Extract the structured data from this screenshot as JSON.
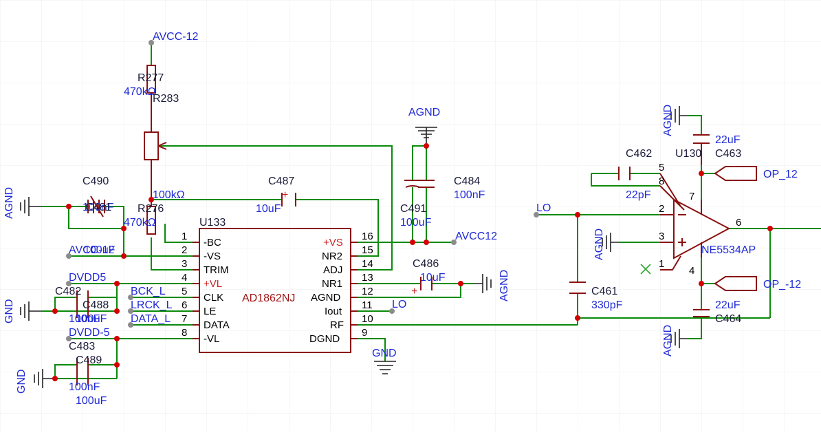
{
  "colors": {
    "wire": "#0a8a0a",
    "symbol": "#8a1010",
    "net_label": "#1f2ad6",
    "junction": "#d40000",
    "grid": "#ececec"
  },
  "net_labels": {
    "avcc_neg12": "AVCC-12",
    "avcc12_left": "AVCC-12",
    "avcc12": "AVCC12",
    "dvdd5": "DVDD5",
    "dvdd_neg5": "DVDD-5",
    "bck": "BCK_L",
    "lrck": "LRCK_L",
    "data": "DATA_L",
    "lo_out": "LO",
    "lo_in": "LO",
    "op12": "OP_12",
    "op_neg12": "OP_-12"
  },
  "power": {
    "agnd": "AGND",
    "gnd": "GND"
  },
  "u133": {
    "designator": "U133",
    "part": "AD1862NJ",
    "left_pins": [
      {
        "num": "1",
        "name": "-BC"
      },
      {
        "num": "2",
        "name": "-VS"
      },
      {
        "num": "3",
        "name": "TRIM"
      },
      {
        "num": "4",
        "name": "+VL"
      },
      {
        "num": "5",
        "name": "CLK"
      },
      {
        "num": "6",
        "name": "LE"
      },
      {
        "num": "7",
        "name": "DATA"
      },
      {
        "num": "8",
        "name": "-VL"
      }
    ],
    "right_pins": [
      {
        "num": "16",
        "name": "+VS"
      },
      {
        "num": "15",
        "name": "NR2"
      },
      {
        "num": "14",
        "name": "ADJ"
      },
      {
        "num": "13",
        "name": "NR1"
      },
      {
        "num": "12",
        "name": "AGND"
      },
      {
        "num": "11",
        "name": "Iout"
      },
      {
        "num": "10",
        "name": "RF"
      },
      {
        "num": "9",
        "name": "DGND"
      }
    ]
  },
  "u130": {
    "designator": "U130",
    "part": "NE5534AP",
    "pins": [
      "5",
      "8",
      "2",
      "3",
      "1",
      "7",
      "4",
      "6"
    ]
  },
  "components": {
    "r277": {
      "ref": "R277",
      "value": "470kΩ"
    },
    "r283": {
      "ref": "R283",
      "value": "100kΩ"
    },
    "r276": {
      "ref": "R276",
      "value": "470kΩ"
    },
    "c487": {
      "ref": "C487",
      "value": "10uF"
    },
    "c490": {
      "ref": "C490",
      "value": "100nF"
    },
    "c481": {
      "ref": "C481",
      "value": "100uF"
    },
    "c484": {
      "ref": "C484",
      "value": "100nF"
    },
    "c491": {
      "ref": "C491",
      "value": "100uF"
    },
    "c486": {
      "ref": "C486",
      "value": "10uF"
    },
    "c482": {
      "ref": "C482",
      "value": "100nF"
    },
    "c488": {
      "ref": "C488",
      "value": "100uF"
    },
    "c483": {
      "ref": "C483",
      "value": "100nF"
    },
    "c489": {
      "ref": "C489",
      "value": "100uF"
    },
    "c462": {
      "ref": "C462",
      "value": "22pF"
    },
    "c463": {
      "ref": "C463",
      "value": "22uF"
    },
    "c461": {
      "ref": "C461",
      "value": "330pF"
    },
    "c464": {
      "ref": "C464",
      "value": "22uF"
    }
  }
}
